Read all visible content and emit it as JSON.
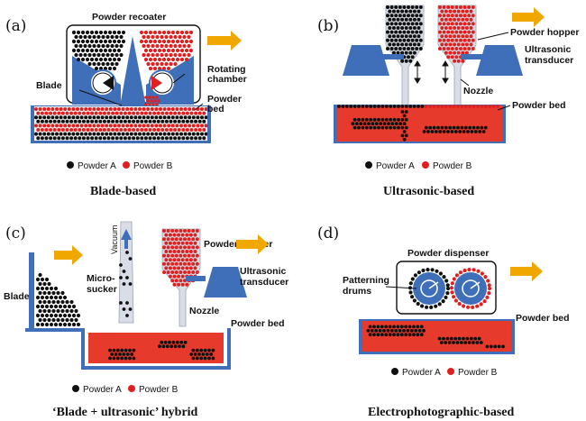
{
  "panels": {
    "a": {
      "letter": "(a)",
      "caption": "Blade-based",
      "labels": {
        "recoater": "Powder recoater",
        "blade": "Blade",
        "rotating_1": "Rotating",
        "rotating_2": "chamber",
        "bed_1": "Powder",
        "bed_2": "bed"
      }
    },
    "b": {
      "letter": "(b)",
      "caption": "Ultrasonic-based",
      "labels": {
        "hopper": "Powder hopper",
        "transducer_1": "Ultrasonic",
        "transducer_2": "transducer",
        "nozzle": "Nozzle",
        "bed": "Powder bed"
      }
    },
    "c": {
      "letter": "(c)",
      "caption": "‘Blade + ultrasonic’ hybrid",
      "labels": {
        "vacuum": "Vacuum",
        "micro_1": "Micro-",
        "micro_2": "sucker",
        "blade": "Blade",
        "hopper": "Powder hopper",
        "transducer_1": "Ultrasonic",
        "transducer_2": "transducer",
        "nozzle": "Nozzle",
        "bed": "Powder bed"
      }
    },
    "d": {
      "letter": "(d)",
      "caption": "Electrophotographic-based",
      "labels": {
        "dispenser": "Powder dispenser",
        "drums_1": "Patterning",
        "drums_2": "drums",
        "bed": "Powder bed"
      }
    }
  },
  "legend": {
    "a": "Powder A",
    "b": "Powder B"
  },
  "colors": {
    "blue": "#3f6fb8",
    "red": "#e0201f",
    "black": "#111111",
    "arrow": "#f0a800",
    "hopper": "#d8dde6",
    "bedfill": "#e53a2c"
  }
}
